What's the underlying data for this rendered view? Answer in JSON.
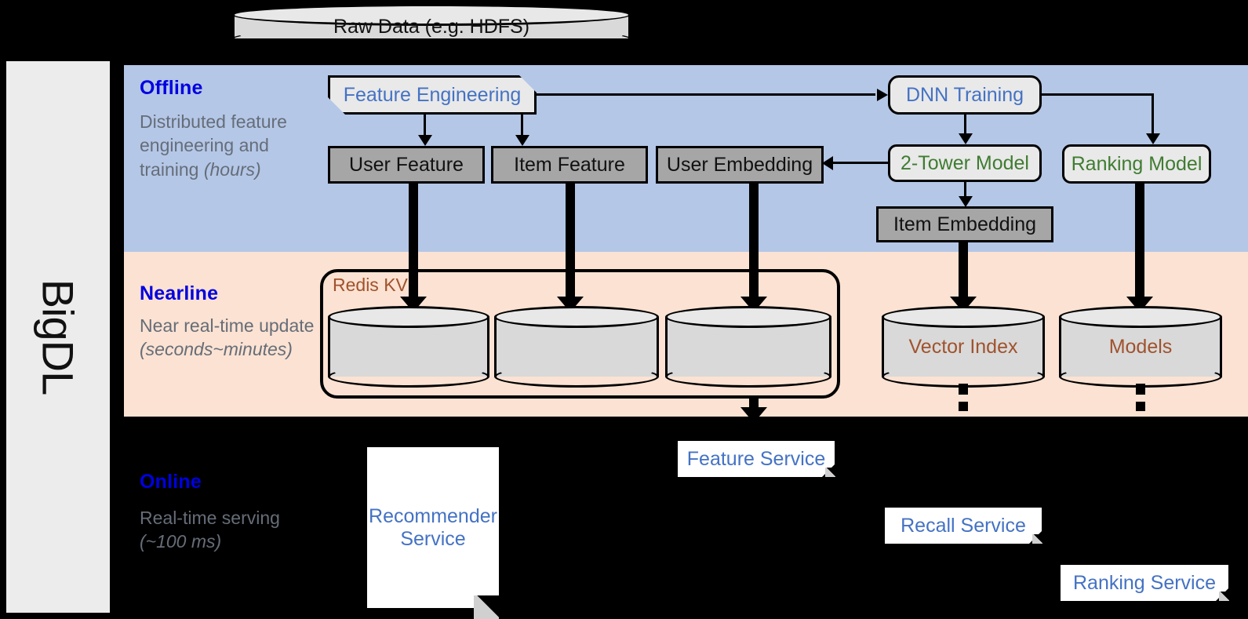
{
  "sidebar": {
    "label": "BigDL"
  },
  "top": {
    "raw_data": "Raw Data (e.g. HDFS)"
  },
  "stages": [
    {
      "name": "offline",
      "title": "Offline",
      "desc_main": "Distributed feature engineering and training ",
      "desc_em": "(hours)",
      "band_color": "#b4c7e7"
    },
    {
      "name": "nearline",
      "title": "Nearline",
      "desc_main": "Near real-time update ",
      "desc_em": "(seconds~minutes)",
      "band_color": "#fbe2d2"
    },
    {
      "name": "online",
      "title": "Online",
      "desc_main": "Real-time serving ",
      "desc_em": "(~100 ms)",
      "band_color": "#000000"
    }
  ],
  "offline": {
    "feature_engineering": "Feature Engineering",
    "dnn_training": "DNN Training",
    "user_feature": "User Feature",
    "item_feature": "Item Feature",
    "user_embedding": "User Embedding",
    "two_tower_model": "2-Tower Model",
    "ranking_model": "Ranking Model",
    "item_embedding": "Item Embedding"
  },
  "nearline": {
    "redis_kv": "Redis KV",
    "store_1": "",
    "store_2": "",
    "store_3": "",
    "vector_index": "Vector Index",
    "models": "Models"
  },
  "online": {
    "recommender_service": "Recommender Service",
    "feature_service": "Feature Service",
    "recall_service": "Recall Service",
    "ranking_service": "Ranking Service"
  },
  "colors": {
    "stage_title": "#0000e0",
    "stage_desc": "#666d78",
    "process_text": "#4472c4",
    "model_text": "#3f7c31",
    "store_text": "#a0522d",
    "offline_band": "#b4c7e7",
    "nearline_band": "#fbe2d2",
    "gray_box": "#a6a6a6"
  }
}
